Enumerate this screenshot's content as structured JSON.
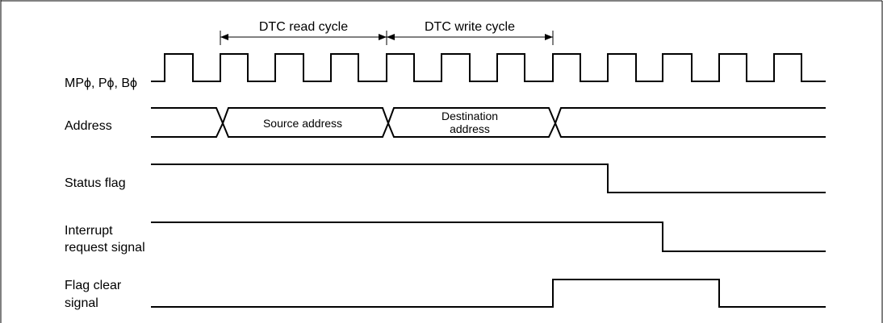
{
  "header": {
    "read_cycle": "DTC read cycle",
    "write_cycle": "DTC write cycle"
  },
  "signals": {
    "clock": "MPϕ, Pϕ, Bϕ",
    "address": "Address",
    "status_flag": "Status flag",
    "interrupt_line1": "Interrupt",
    "interrupt_line2": "request signal",
    "flag_clear_line1": "Flag clear",
    "flag_clear_line2": "signal"
  },
  "address_segments": {
    "source": "Source address",
    "destination_line1": "Destination",
    "destination_line2": "address"
  }
}
